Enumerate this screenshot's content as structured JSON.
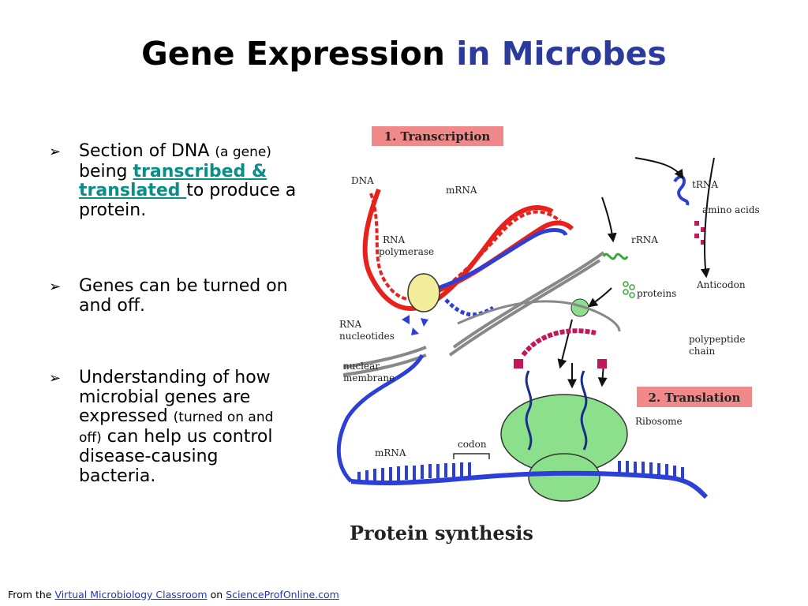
{
  "title": {
    "main": "Gene Expression",
    "highlight": "in Microbes"
  },
  "bullets": {
    "b1": {
      "t1": "Section of DNA ",
      "small1": "(a gene)",
      "t2": "being ",
      "link": "transcribed & translated ",
      "t3": "to produce a protein."
    },
    "b2": {
      "text": " Genes can be turned on and off."
    },
    "b3": {
      "t1": "Understanding of how microbial genes are expressed ",
      "small1": "(turned on and off)",
      "t2": " can help us control disease-causing bacteria."
    }
  },
  "diagram": {
    "heading_transcription": "1. Transcription",
    "heading_translation": "2. Translation",
    "caption": "Protein synthesis",
    "labels": {
      "dna": "DNA",
      "mrna_top": "mRNA",
      "rna_polymerase_1": "RNA",
      "rna_polymerase_2": "polymerase",
      "rna_nucleotides_1": "RNA",
      "rna_nucleotides_2": "nucleotides",
      "nuclear_membrane_1": "nuclear",
      "nuclear_membrane_2": "membrane",
      "trna": "tRNA",
      "amino_acids": "amino acids",
      "rrna": "rRNA",
      "proteins": "proteins",
      "anticodon": "Anticodon",
      "polypeptide_1": "polypeptide",
      "polypeptide_2": "chain",
      "ribosome": "Ribosome",
      "codon": "codon",
      "mrna_bottom": "mRNA"
    },
    "colors": {
      "dna": "#e8211d",
      "mrna": "#2c3fd6",
      "ribosome": "#8ce08c",
      "label_box": "#f08a8a",
      "polymerase": "#f2ed9a"
    }
  },
  "footer": {
    "prefix": "From the ",
    "link1": "Virtual Microbiology Classroom",
    "mid": " on ",
    "link2": "ScienceProfOnline.com"
  }
}
